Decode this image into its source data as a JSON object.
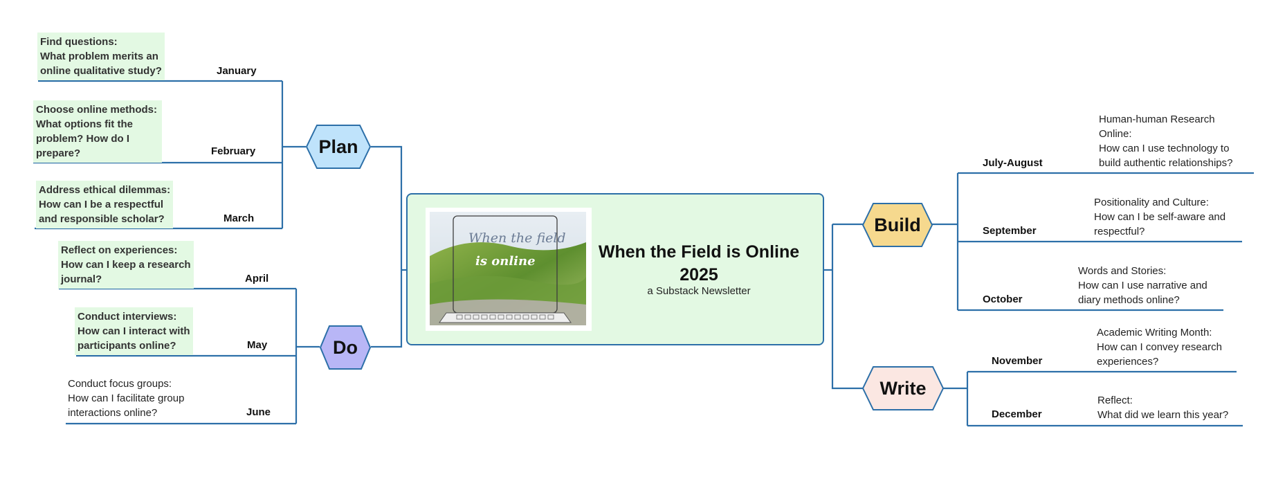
{
  "center": {
    "title": "When the Field is Online 2025",
    "subtitle": "a Substack Newsletter",
    "image_text_line1": "When the field",
    "image_text_line2": "is online"
  },
  "branches": {
    "plan": {
      "label": "Plan",
      "color": "#bfe3fb",
      "months": [
        "January",
        "February",
        "March"
      ],
      "topics": [
        [
          "Find questions:",
          "What problem merits an",
          "online qualitative study?"
        ],
        [
          "Choose online methods:",
          "What options fit the",
          "problem? How do I",
          "prepare?"
        ],
        [
          "Address ethical dilemmas:",
          "How can I be a respectful",
          "and responsible scholar?"
        ]
      ]
    },
    "do": {
      "label": "Do",
      "color": "#b8b6f6",
      "months": [
        "April",
        "May",
        "June"
      ],
      "topics": [
        [
          "Reflect on experiences:",
          "How can I keep a research",
          "journal?"
        ],
        [
          "Conduct interviews:",
          "How can I interact with",
          "participants online?"
        ],
        [
          "Conduct focus groups:",
          "How can I facilitate group",
          "interactions online?"
        ]
      ]
    },
    "build": {
      "label": "Build",
      "color": "#f6d98e",
      "months": [
        "July-August",
        "September",
        "October"
      ],
      "topics": [
        [
          "Human-human Research",
          "Online:",
          "How can I use technology to",
          "build authentic relationships?"
        ],
        [
          "Positionality and Culture:",
          "How can I be self-aware and",
          "respectful?"
        ],
        [
          "Words and Stories:",
          "How can I use narrative and",
          "diary methods online?"
        ]
      ]
    },
    "write": {
      "label": "Write",
      "color": "#fbe7e2",
      "months": [
        "November",
        "December"
      ],
      "topics": [
        [
          "Academic Writing Month:",
          "How can I convey research",
          "experiences?"
        ],
        [
          "Reflect:",
          "What did we learn this year?"
        ]
      ]
    }
  },
  "colors": {
    "line": "#2c6fa8",
    "highlight": "#e3f9e3"
  }
}
